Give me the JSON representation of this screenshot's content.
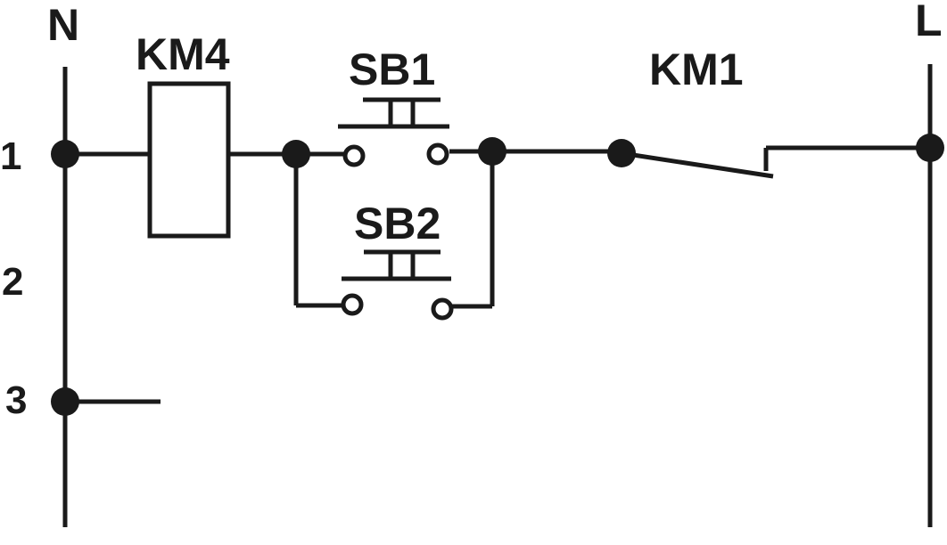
{
  "rails": {
    "neutral_label": "N",
    "line_label": "L"
  },
  "rungs": [
    "1",
    "2",
    "3"
  ],
  "components": {
    "coil_label": "KM4",
    "pushbutton_top_label": "SB1",
    "pushbutton_bottom_label": "SB2",
    "contact_label": "KM1"
  },
  "colors": {
    "ink": "#1a1a1a",
    "background": "#ffffff"
  }
}
